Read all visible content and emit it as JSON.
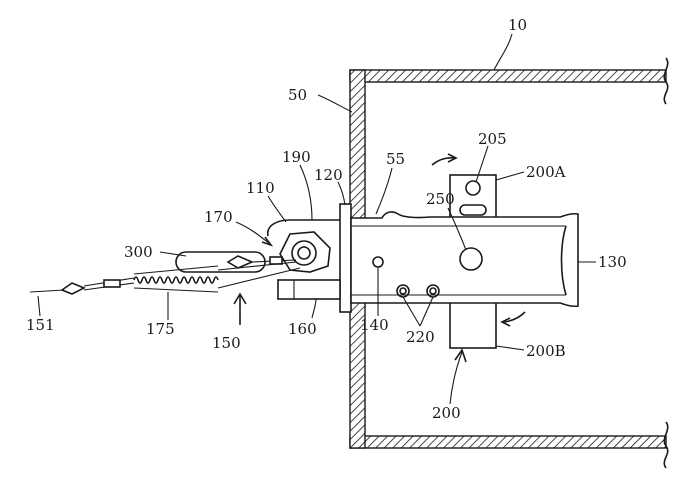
{
  "labels": {
    "l10": "10",
    "l50": "50",
    "l55": "55",
    "l110": "110",
    "l120": "120",
    "l130": "130",
    "l140": "140",
    "l150": "150",
    "l151": "151",
    "l160": "160",
    "l170": "170",
    "l175": "175",
    "l190": "190",
    "l200": "200",
    "l200A": "200A",
    "l200B": "200B",
    "l205": "205",
    "l220": "220",
    "l250": "250",
    "l300": "300"
  }
}
